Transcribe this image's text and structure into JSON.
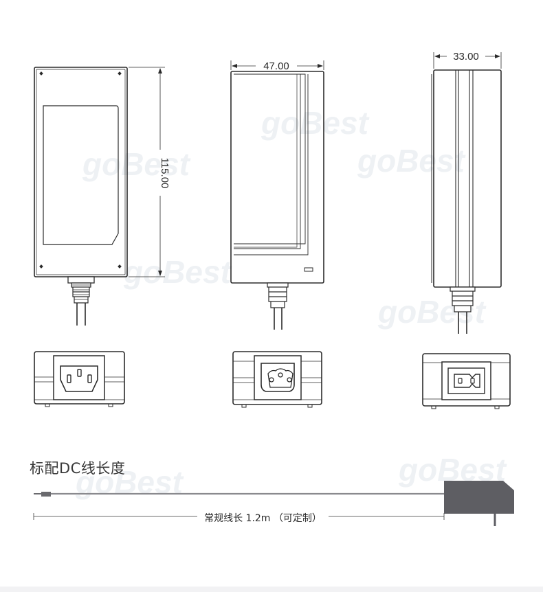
{
  "dimensions": {
    "length": "115.00",
    "width": "47.00",
    "thickness": "33.00"
  },
  "views": {
    "top": "top-view",
    "front": "front-view",
    "side": "side-view",
    "end_c14": "end-view-c14-socket",
    "end_c6": "end-view-c6-socket",
    "end_c8": "end-view-c8-socket"
  },
  "section": {
    "title": "标配DC线长度",
    "cable_length_label": "常规线长 1.2m （可定制）"
  },
  "watermark": {
    "text": "goBest",
    "color": "#eef1f4"
  },
  "colors": {
    "line": "#2b2b2b",
    "plug_fill": "#5e5e63",
    "cable": "#8a8a8e"
  }
}
